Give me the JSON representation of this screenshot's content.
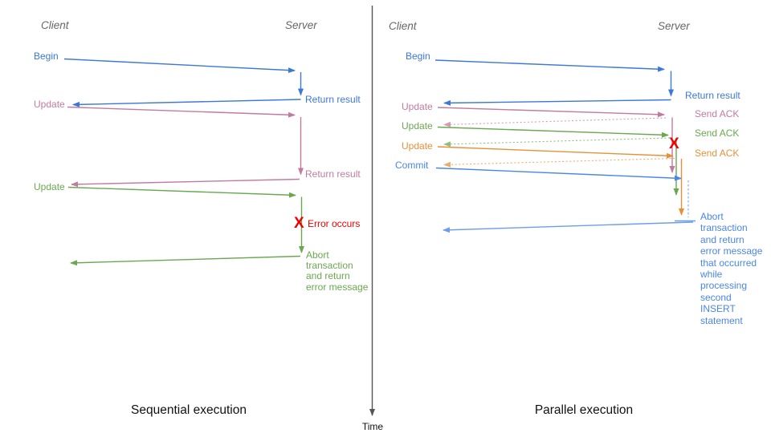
{
  "colors": {
    "blue": "#3c78d8",
    "blue_soft": "#4a86e8",
    "blue_light": "#6d9eeb",
    "pink": "#c27ba0",
    "green": "#6aa84f",
    "orange": "#e69138",
    "red": "#ee0000",
    "header_gray": "#666666",
    "axis_gray": "#555555",
    "caption_black": "#111111"
  },
  "time_axis": {
    "label": "Time"
  },
  "panels": {
    "sequential": {
      "caption": "Sequential execution",
      "client_header": "Client",
      "server_header": "Server",
      "begin": {
        "label": "Begin",
        "result_label": "Return result"
      },
      "update1": {
        "label": "Update",
        "result_label": "Return result"
      },
      "update2": {
        "label": "Update"
      },
      "error": {
        "x_mark": "X",
        "label": "Error occurs"
      },
      "abort_note": "Abort\ntransaction\nand return\nerror message"
    },
    "parallel": {
      "caption": "Parallel execution",
      "client_header": "Client",
      "server_header": "Server",
      "begin": {
        "label": "Begin",
        "result_label": "Return result"
      },
      "update1": {
        "label": "Update",
        "ack_label": "Send ACK"
      },
      "update2": {
        "label": "Update",
        "ack_label": "Send ACK"
      },
      "update3": {
        "label": "Update",
        "ack_label": "Send ACK"
      },
      "commit": {
        "label": "Commit"
      },
      "error": {
        "x_mark": "X"
      },
      "abort_note": "Abort\ntransaction\nand return\nerror message\nthat occurred\nwhile\nprocessing\nsecond\nINSERT\nstatement"
    }
  }
}
